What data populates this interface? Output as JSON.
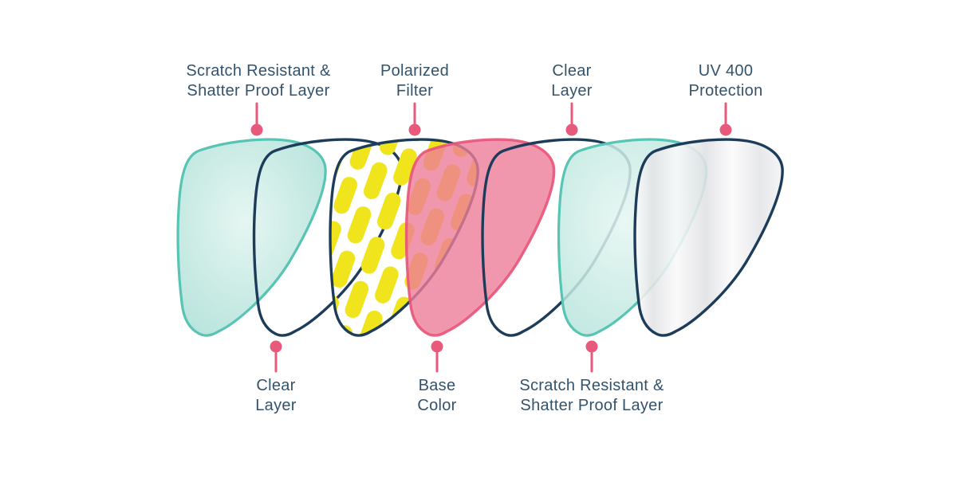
{
  "diagram": {
    "labels_top": [
      {
        "line1": "Scratch Resistant &",
        "line2": "Shatter Proof Layer"
      },
      {
        "line1": "Polarized",
        "line2": "Filter"
      },
      {
        "line1": "Clear",
        "line2": "Layer"
      },
      {
        "line1": "UV 400",
        "line2": "Protection"
      }
    ],
    "labels_bottom": [
      {
        "line1": "Clear",
        "line2": "Layer"
      },
      {
        "line1": "Base",
        "line2": "Color"
      },
      {
        "line1": "Scratch Resistant &",
        "line2": "Shatter Proof Layer"
      }
    ],
    "layers": [
      {
        "label": "Scratch Resistant & Shatter Proof Layer",
        "appearance": "teal-filled"
      },
      {
        "label": "Clear Layer",
        "appearance": "navy-outline"
      },
      {
        "label": "Polarized Filter",
        "appearance": "yellow-capsule-pattern"
      },
      {
        "label": "Base Color",
        "appearance": "pink-translucent"
      },
      {
        "label": "Clear Layer",
        "appearance": "navy-outline"
      },
      {
        "label": "Scratch Resistant & Shatter Proof Layer",
        "appearance": "teal-translucent"
      },
      {
        "label": "UV 400 Protection",
        "appearance": "silver-sheen"
      }
    ],
    "colors": {
      "navy_outline": "#1d3c5a",
      "text": "#33536d",
      "pin": "#e85a7c",
      "teal_border": "#58c4b3",
      "teal_fill": "#c4e9e1",
      "polarized_yellow": "#f0e41c",
      "pink_fill": "#f192aa",
      "pink_border": "#e85379",
      "silver_fill": "#e8e9eb",
      "background": "#ffffff"
    }
  }
}
